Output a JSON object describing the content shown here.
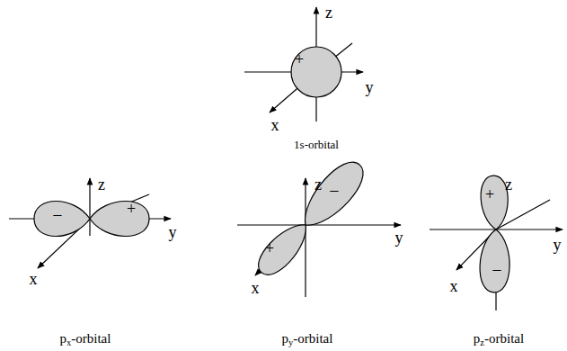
{
  "diagram": {
    "labels": [
      "z",
      "y",
      "x",
      "+",
      "1s-orbital",
      "z",
      "y",
      "x",
      "−",
      "+",
      "px-orbital",
      "z",
      "y",
      "x",
      "+",
      "−",
      "py-orbital",
      "z",
      "y",
      "x",
      "+",
      "−",
      "pz-orbital"
    ]
  }
}
